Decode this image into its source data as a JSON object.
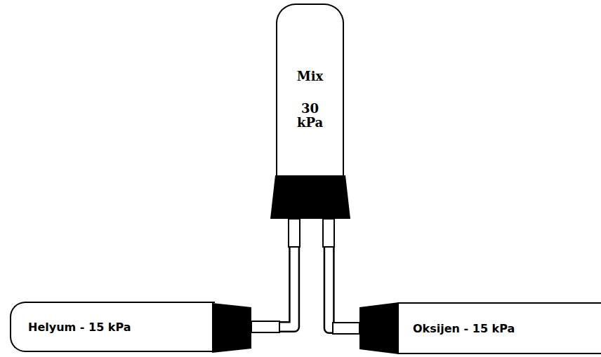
{
  "diagram": {
    "nodes": [
      {
        "text": [
          "Mix",
          "30 kPa"
        ]
      },
      {
        "text": [
          "Helyum  - 15 kPa"
        ]
      },
      {
        "text": [
          "Oksijen  - 15 kPa"
        ]
      }
    ],
    "edges": [
      {
        "from": 1,
        "to": 0,
        "arrow": "none"
      },
      {
        "from": 2,
        "to": 0,
        "arrow": "none"
      }
    ]
  }
}
